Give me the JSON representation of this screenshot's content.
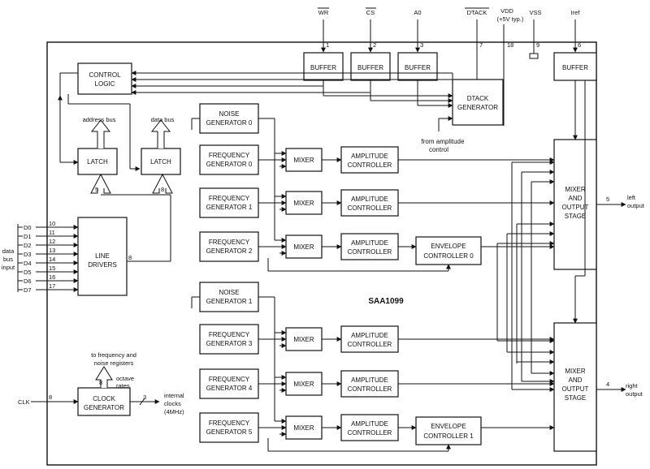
{
  "chip": "SAA1099",
  "top_pins": {
    "wr": {
      "label": "WR",
      "num": "1"
    },
    "cs": {
      "label": "CS",
      "num": "2"
    },
    "a0": {
      "label": "A0",
      "num": "3"
    },
    "dtack": {
      "label": "DTACK",
      "num": "7"
    },
    "vdd": {
      "label": "VDD",
      "sub": "(+5V typ.)",
      "num": "18"
    },
    "vss": {
      "label": "VSS",
      "num": "9"
    },
    "iref": {
      "label": "Iref",
      "num": "6"
    }
  },
  "blocks": {
    "buffer": "BUFFER",
    "control_logic": [
      "CONTROL",
      "LOGIC"
    ],
    "dtack_generator": [
      "DTACK",
      "GENERATOR"
    ],
    "latch": "LATCH",
    "line_drivers": [
      "LINE",
      "DRIVERS"
    ],
    "clock_generator": [
      "CLOCK",
      "GENERATOR"
    ],
    "noise0": [
      "NOISE",
      "GENERATOR 0"
    ],
    "noise1": [
      "NOISE",
      "GENERATOR 1"
    ],
    "freq": [
      [
        "FREQUENCY",
        "GENERATOR 0"
      ],
      [
        "FREQUENCY",
        "GENERATOR 1"
      ],
      [
        "FREQUENCY",
        "GENERATOR 2"
      ],
      [
        "FREQUENCY",
        "GENERATOR 3"
      ],
      [
        "FREQUENCY",
        "GENERATOR 4"
      ],
      [
        "FREQUENCY",
        "GENERATOR 5"
      ]
    ],
    "mixer": "MIXER",
    "amplitude": [
      "AMPLITUDE",
      "CONTROLLER"
    ],
    "envelope0": [
      "ENVELOPE",
      "CONTROLLER 0"
    ],
    "envelope1": [
      "ENVELOPE",
      "CONTROLLER 1"
    ],
    "output_stage": [
      "MIXER",
      "AND",
      "OUTPUT",
      "STAGE"
    ]
  },
  "labels": {
    "address_bus": "address bus",
    "data_bus": "data bus",
    "from_amplitude": [
      "from amplitude",
      "control"
    ],
    "data_bus_input": [
      "data",
      "bus",
      "input"
    ],
    "to_freq": [
      "to frequency and",
      "noise registers"
    ],
    "octave_rates": [
      "octave",
      "rates"
    ],
    "internal_clocks": [
      "internal",
      "clocks",
      "(4MHz)"
    ],
    "clk": "CLK",
    "left_output": [
      "left",
      "output"
    ],
    "right_output": [
      "right",
      "output"
    ]
  },
  "data_pins": [
    {
      "name": "D0",
      "num": "10"
    },
    {
      "name": "D1",
      "num": "11"
    },
    {
      "name": "D2",
      "num": "12"
    },
    {
      "name": "D3",
      "num": "13"
    },
    {
      "name": "D4",
      "num": "14"
    },
    {
      "name": "D5",
      "num": "15"
    },
    {
      "name": "D6",
      "num": "16"
    },
    {
      "name": "D7",
      "num": "17"
    }
  ],
  "bus_widths": {
    "latch_addr": "5",
    "latch_data": "8",
    "drivers": "8",
    "clk": "8",
    "octave": "8",
    "clk_out": "3"
  },
  "output_pins": {
    "left": "5",
    "right": "4"
  }
}
